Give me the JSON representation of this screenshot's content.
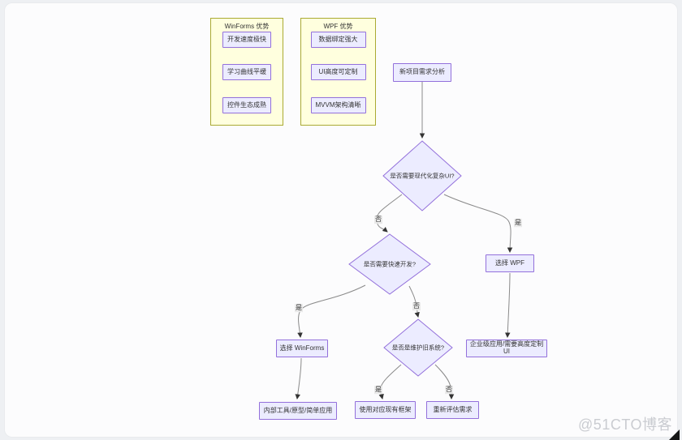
{
  "page": {
    "watermark": "@51CTO博客"
  },
  "groups": [
    {
      "title": "WinForms 优势",
      "items": [
        "开发速度极快",
        "学习曲线平缓",
        "控件生态成熟"
      ]
    },
    {
      "title": "WPF 优势",
      "items": [
        "数据绑定强大",
        "UI高度可定制",
        "MVVM架构清晰"
      ]
    }
  ],
  "flow": {
    "start": "新项目需求分析",
    "decision_modern_ui": "是否需要现代化复杂UI?",
    "decision_rapid_dev": "是否需要快速开发?",
    "decision_legacy": "是否是维护旧系统?",
    "choose_wpf": "选择 WPF",
    "choose_winforms": "选择 WinForms",
    "wpf_usecase": "企业级应用/需要高度定制UI",
    "winforms_usecase": "内部工具/原型/简单应用",
    "legacy_action": "使用对应现有框架",
    "reevaluate": "重新评估需求",
    "labels": {
      "d1_no": "否",
      "d1_yes": "是",
      "d2_yes": "是",
      "d2_no": "否",
      "d3_yes": "是",
      "d3_no": "否"
    }
  },
  "colors": {
    "node_fill": "#ECECFF",
    "node_border": "#9370DB",
    "group_fill": "#ffffde",
    "group_border": "#aaaa33",
    "edge": "#8a8a8a",
    "arrow": "#333333"
  }
}
